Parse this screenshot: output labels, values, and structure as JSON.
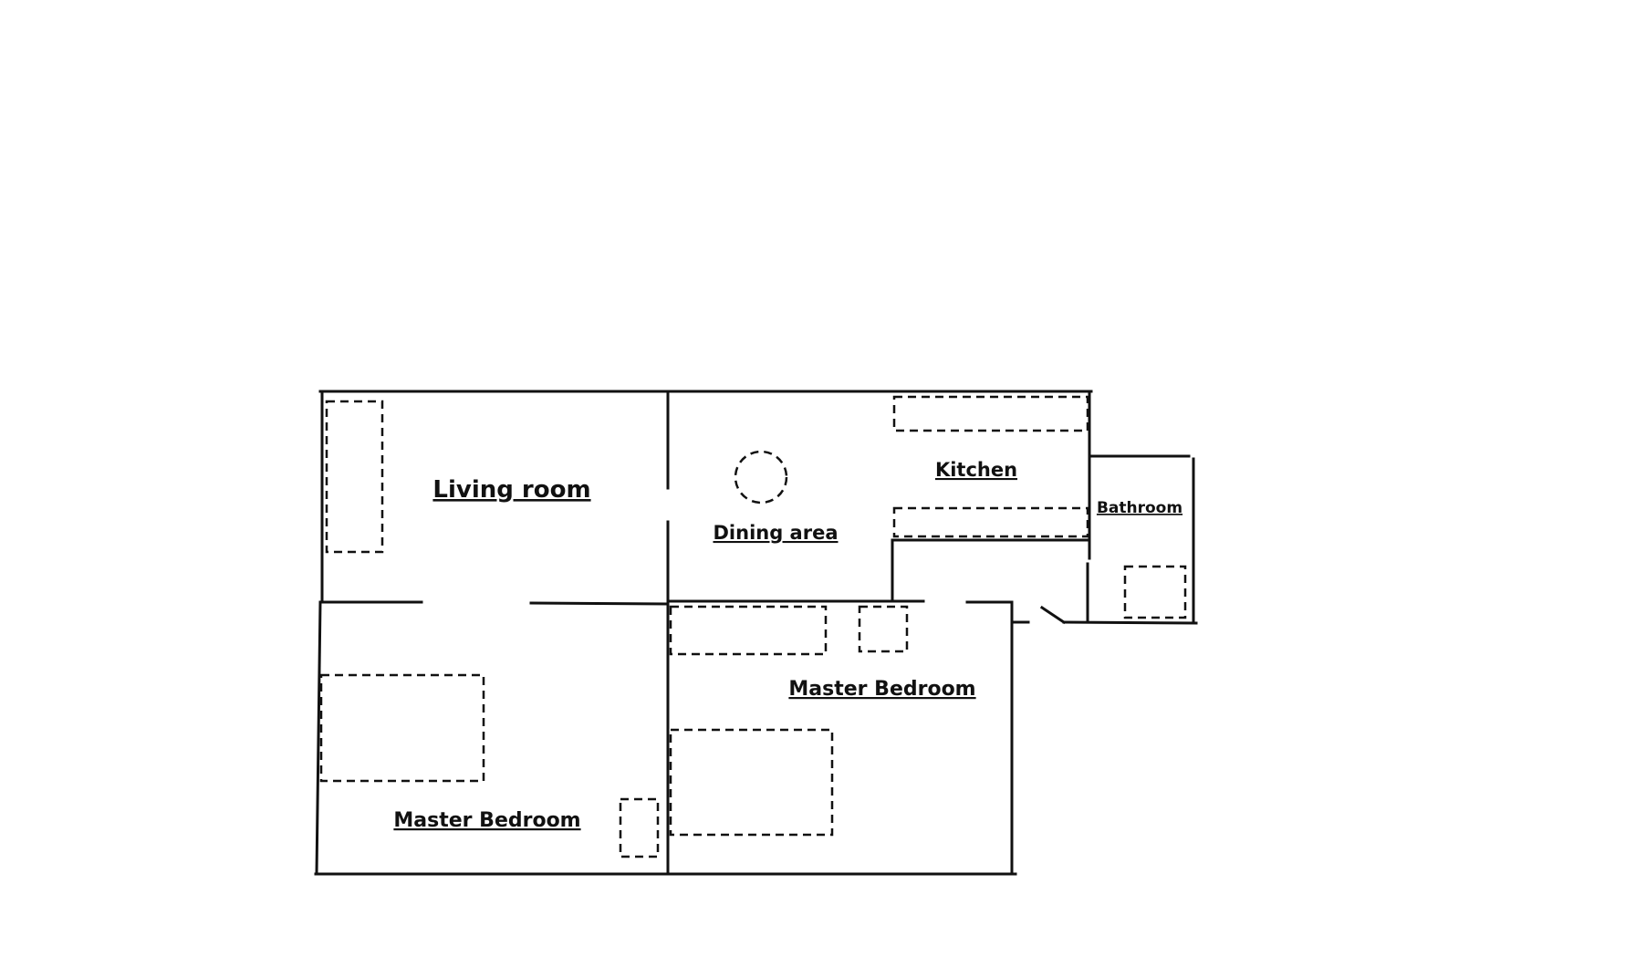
{
  "floor_plan": {
    "rooms": {
      "living_room": "Living room",
      "dining_area": "Dining area",
      "kitchen": "Kitchen",
      "bathroom": "Bathroom",
      "bedroom_left": "Master Bedroom",
      "bedroom_right": "Master Bedroom"
    },
    "colors": {
      "line": "#111111",
      "background": "#ffffff"
    }
  }
}
